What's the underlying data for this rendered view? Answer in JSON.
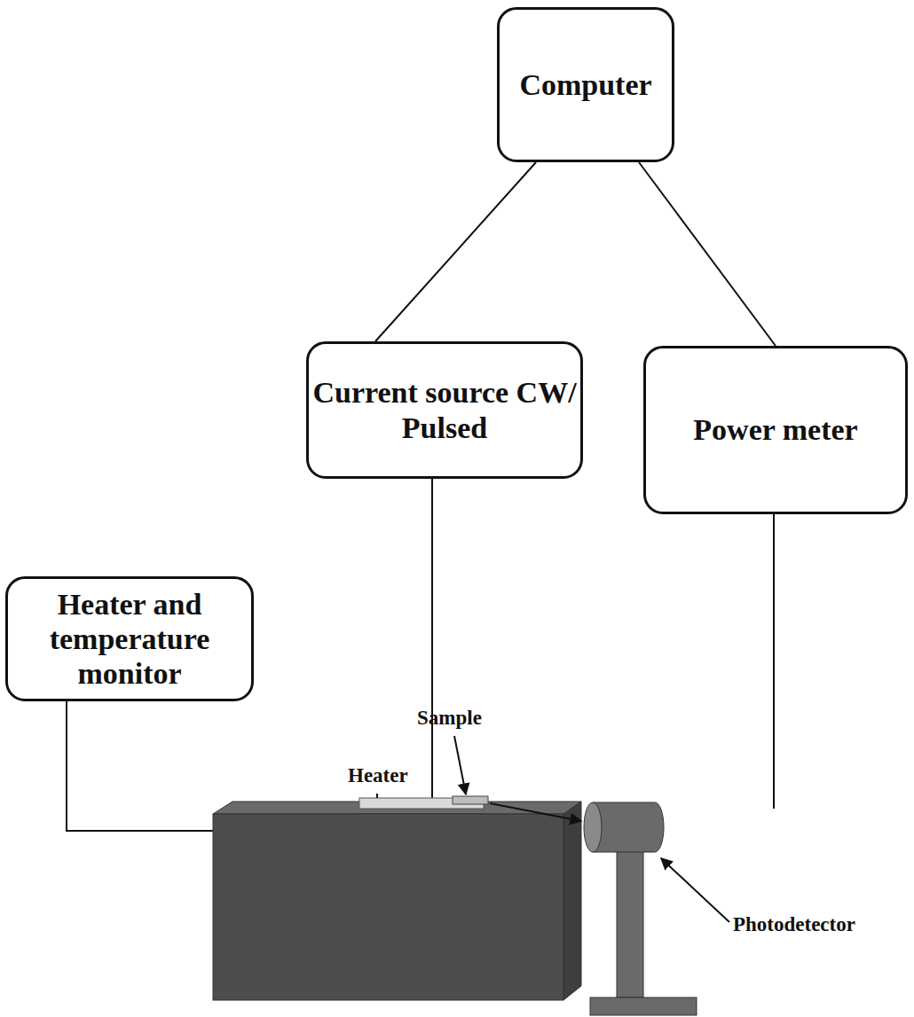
{
  "diagram": {
    "nodes": [
      {
        "text": [
          "Computer"
        ]
      },
      {
        "text": [
          "Current source CW/ Pulsed"
        ]
      },
      {
        "text": [
          "Power meter"
        ]
      },
      {
        "text": [
          "Heater and temperature monitor"
        ]
      }
    ],
    "edges": [
      {
        "from": 0,
        "to": 1,
        "arrow": "none"
      },
      {
        "from": 0,
        "to": 2,
        "arrow": "none"
      }
    ],
    "labels": [
      "Heater",
      "Sample",
      "Photodetector"
    ]
  }
}
